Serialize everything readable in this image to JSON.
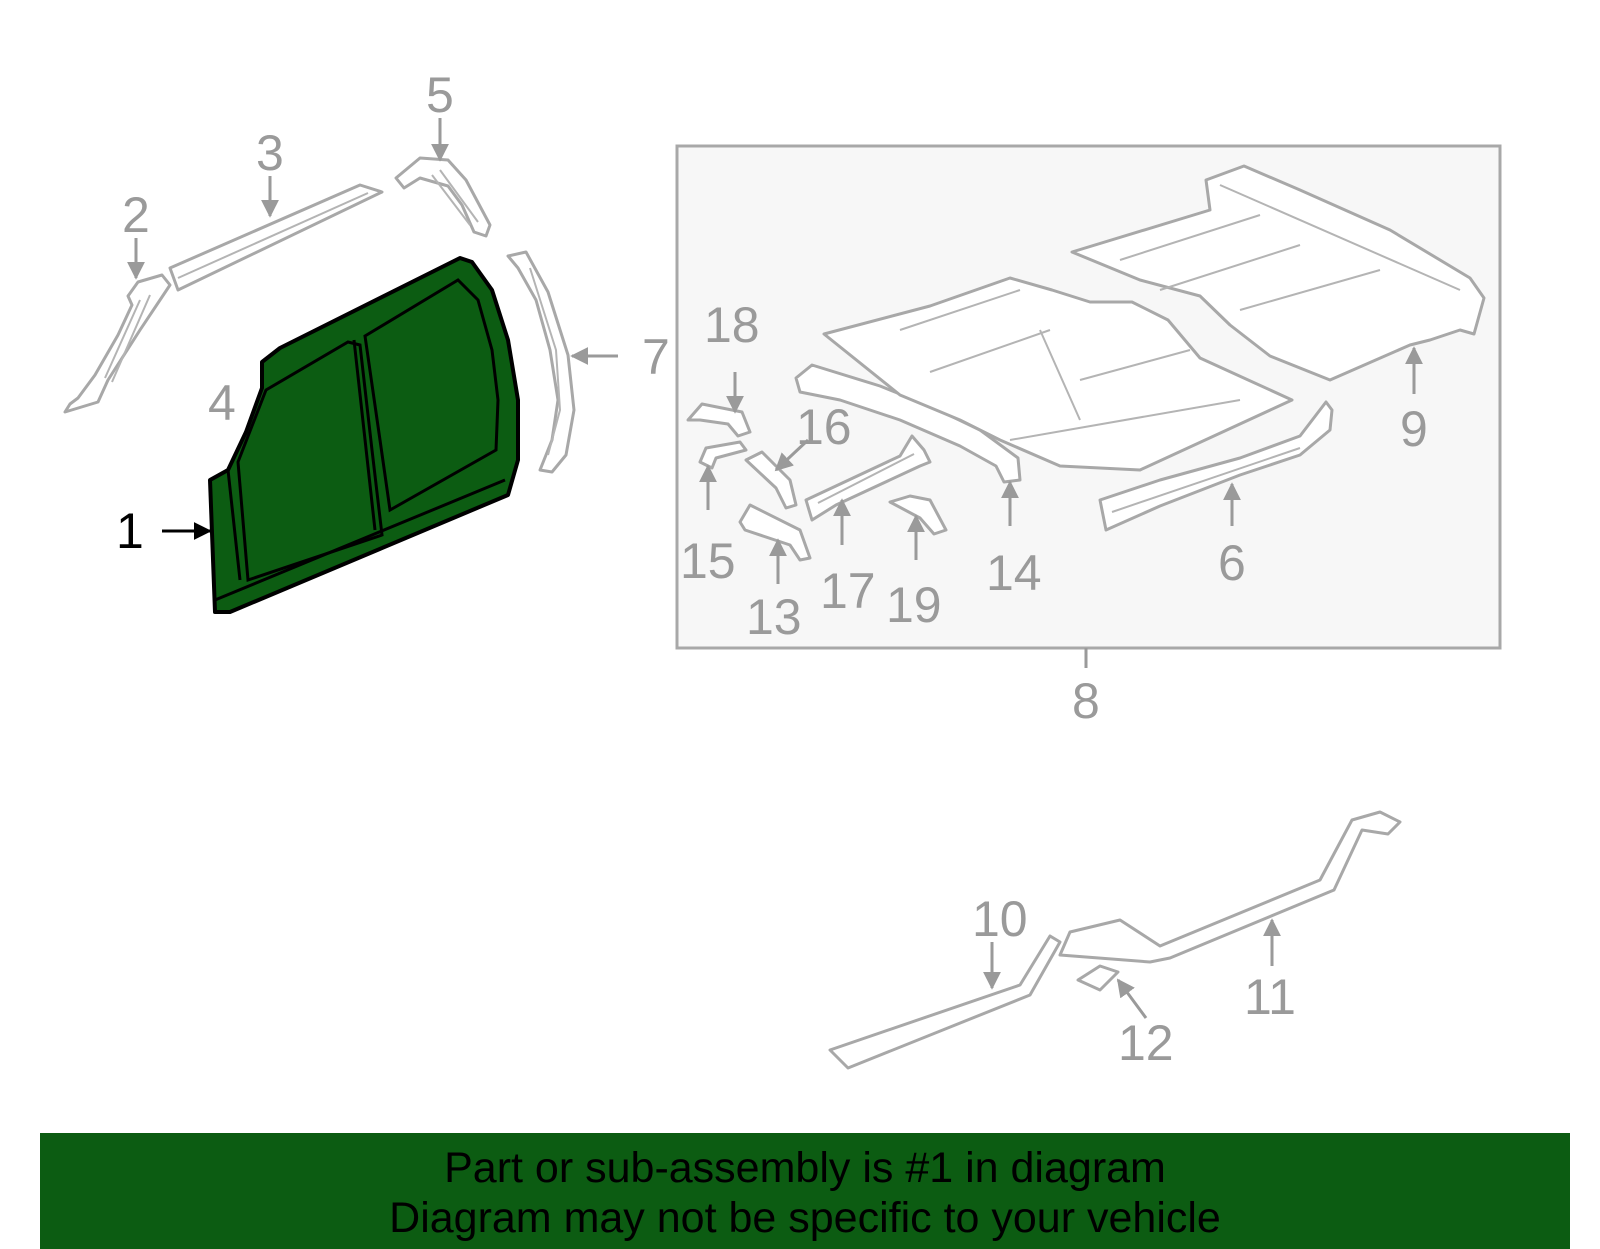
{
  "diagram": {
    "inset_border_color": "#a8a8a8",
    "inset_fill_color": "#f7f7f7",
    "highlight_color": "#0c5c12",
    "part_stroke_color": "#a8a8a8",
    "callouts": {
      "c1": "1",
      "c2": "2",
      "c3": "3",
      "c4": "4",
      "c5": "5",
      "c6": "6",
      "c7": "7",
      "c8": "8",
      "c9": "9",
      "c10": "10",
      "c11": "11",
      "c12": "12",
      "c13": "13",
      "c14": "14",
      "c15": "15",
      "c16": "16",
      "c17": "17",
      "c18": "18",
      "c19": "19"
    },
    "highlighted_part": "1"
  },
  "banner": {
    "line1": "Part or sub-assembly is #1 in diagram",
    "line2": "Diagram may not be specific to your vehicle",
    "background": "#0c5c12"
  }
}
